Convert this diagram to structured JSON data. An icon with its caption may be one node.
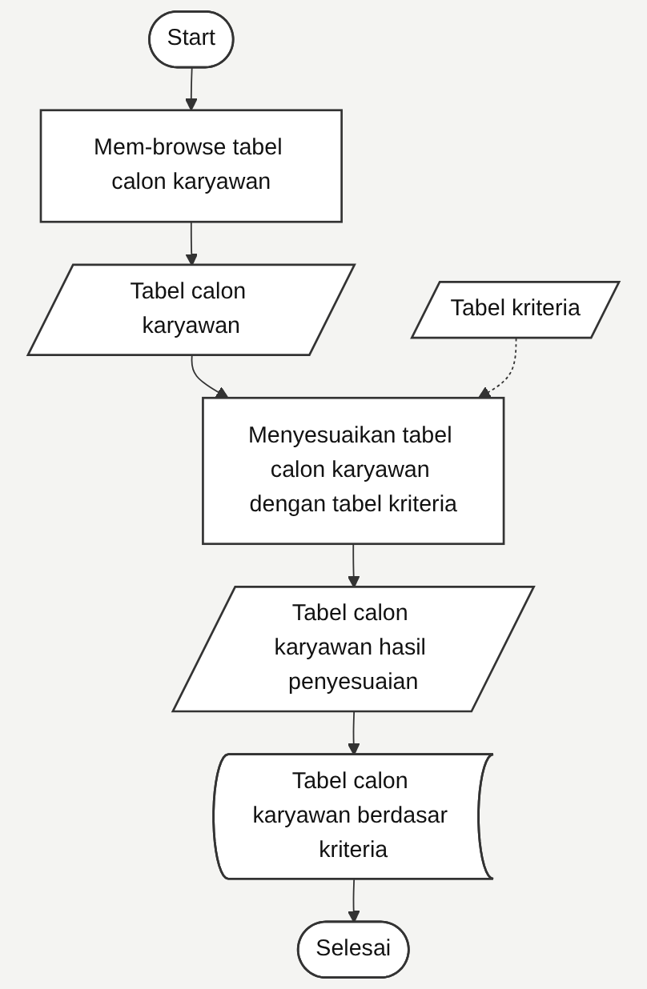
{
  "diagram": {
    "nodes": [
      {
        "text": [
          "Start"
        ]
      },
      {
        "text": [
          "Mem-browse tabel calon karyawan"
        ]
      },
      {
        "text": [
          "Tabel calon karyawan"
        ]
      },
      {
        "text": [
          "Menyesuaikan tabel calon karyawan dengan tabel kriteria"
        ]
      },
      {
        "text": [
          "Tabel kriteria"
        ]
      },
      {
        "text": [
          "Tabel calon karyawan hasil penyesuaian"
        ]
      },
      {
        "text": [
          "Tabel calon karyawan berdasar kriteria"
        ]
      },
      {
        "text": [
          "Selesai"
        ]
      }
    ],
    "edges": [
      {
        "from": 0,
        "to": 1,
        "arrow": "to"
      },
      {
        "from": 1,
        "to": 2,
        "arrow": "to"
      },
      {
        "from": 2,
        "to": 3,
        "arrow": "to"
      },
      {
        "from": 4,
        "to": 3,
        "arrow": "to",
        "style": "dashed"
      },
      {
        "from": 3,
        "to": 5,
        "arrow": "to"
      },
      {
        "from": 5,
        "to": 6,
        "arrow": "to"
      },
      {
        "from": 6,
        "to": 7,
        "arrow": "to"
      }
    ]
  }
}
